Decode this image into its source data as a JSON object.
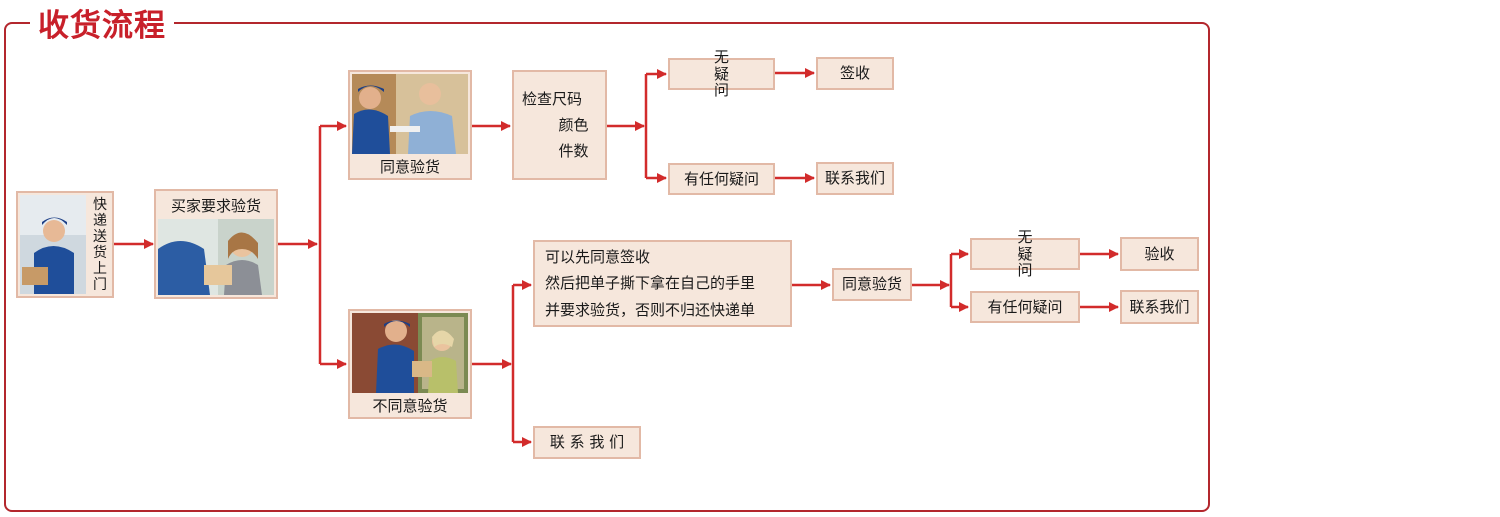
{
  "title": "收货流程",
  "colors": {
    "accent": "#c8202a",
    "frame": "#b3272d",
    "box_fill": "#f6e7dc",
    "box_border": "#e2b9a6",
    "arrow": "#d22b2b"
  },
  "nodes": {
    "courier": {
      "caption": [
        "快",
        "递",
        "送",
        "货",
        "上",
        "门"
      ],
      "image": "courier-delivering-package-photo"
    },
    "buyer_request": {
      "caption": "买家要求验货",
      "image": "buyer-receiving-package-photo"
    },
    "agree_inspect": {
      "caption": "同意验货",
      "image": "courier-handing-clipboard-photo"
    },
    "check": {
      "lines": [
        "检查尺码",
        "颜色",
        "件数"
      ]
    },
    "no_doubt": {
      "label": "无 疑 问"
    },
    "sign": {
      "label": "签收"
    },
    "any_doubt": {
      "label": "有任何疑问"
    },
    "contact_top": {
      "label": "联系我们"
    },
    "disagree_inspect": {
      "caption": "不同意验货",
      "image": "courier-at-door-photo"
    },
    "sign_first": {
      "lines": [
        "可以先同意签收",
        "然后把单子撕下拿在自己的手里",
        "并要求验货，否则不归还快递单"
      ]
    },
    "agree_inspect2": {
      "label": "同意验货"
    },
    "no_doubt2": {
      "label": "无 疑 问"
    },
    "accept": {
      "label": "验收"
    },
    "any_doubt2": {
      "label": "有任何疑问"
    },
    "contact_right": {
      "label": "联系我们"
    },
    "contact_bottom": {
      "label": "联 系 我 们"
    }
  }
}
